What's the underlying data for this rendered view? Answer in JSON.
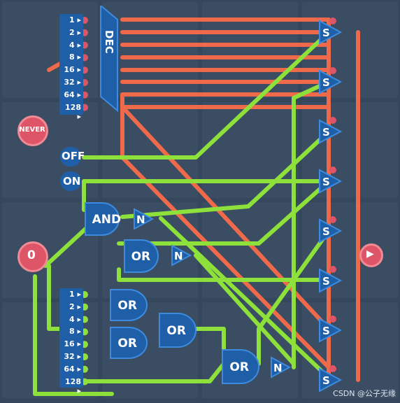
{
  "colors": {
    "background": "#35475c",
    "grid": "#2e4055",
    "wire_on": "#8ee03a",
    "wire_off": "#ee6a4a",
    "gate": "#1f5fa8",
    "gate_edge": "#3d8be0",
    "io_red": "#dd5566"
  },
  "inputs": {
    "never": "NEVER",
    "off": "OFF",
    "on": "ON",
    "zero": "0"
  },
  "decoder": {
    "label": "DEC"
  },
  "bits_top": [
    "1",
    "2",
    "4",
    "8",
    "16",
    "32",
    "64",
    "128"
  ],
  "bits_bottom": [
    "1",
    "2",
    "4",
    "8",
    "16",
    "32",
    "64",
    "128"
  ],
  "gates": {
    "and": "AND",
    "or": "OR",
    "not": "N",
    "switch": "S"
  },
  "output": {
    "icon": "play-icon"
  },
  "watermark": "CSDN @公子无缘"
}
